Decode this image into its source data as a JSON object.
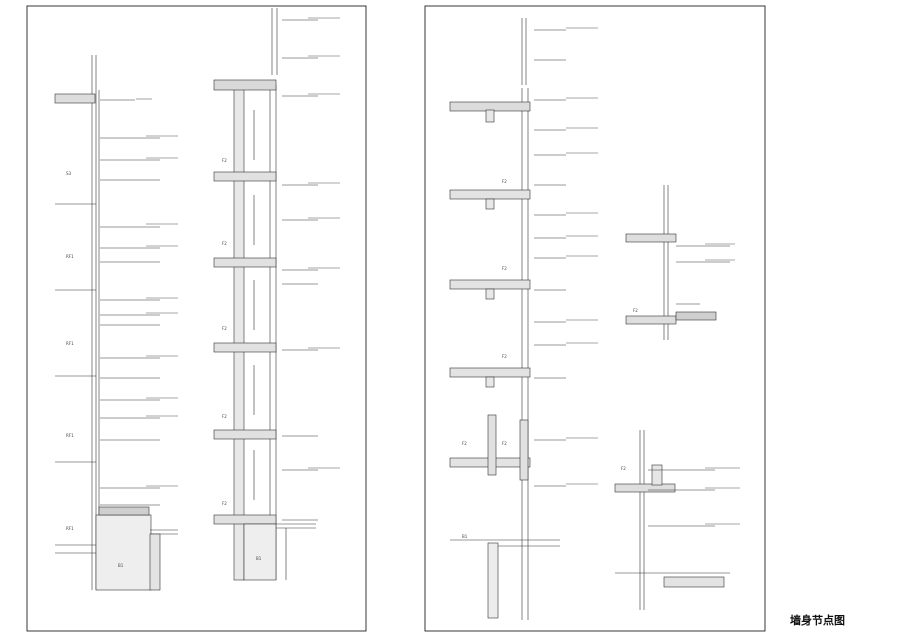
{
  "sheet": {
    "caption": "墙身节点图"
  },
  "sections": [
    {
      "id": "A",
      "level_labels": [
        "S3",
        "RF1",
        "RF1",
        "RF1",
        "RF1"
      ],
      "base_label": "B1"
    },
    {
      "id": "B",
      "level_labels": [
        "F2",
        "F2",
        "F2",
        "F2",
        "F2"
      ],
      "base_label": "B1"
    },
    {
      "id": "C",
      "level_labels": [
        "F2",
        "F2",
        "F2",
        "F2",
        "F2"
      ],
      "base_label": "B1"
    },
    {
      "id": "D",
      "level_labels": [
        "F2"
      ],
      "base_label": ""
    },
    {
      "id": "E",
      "level_labels": [
        "F2"
      ],
      "base_label": ""
    }
  ]
}
